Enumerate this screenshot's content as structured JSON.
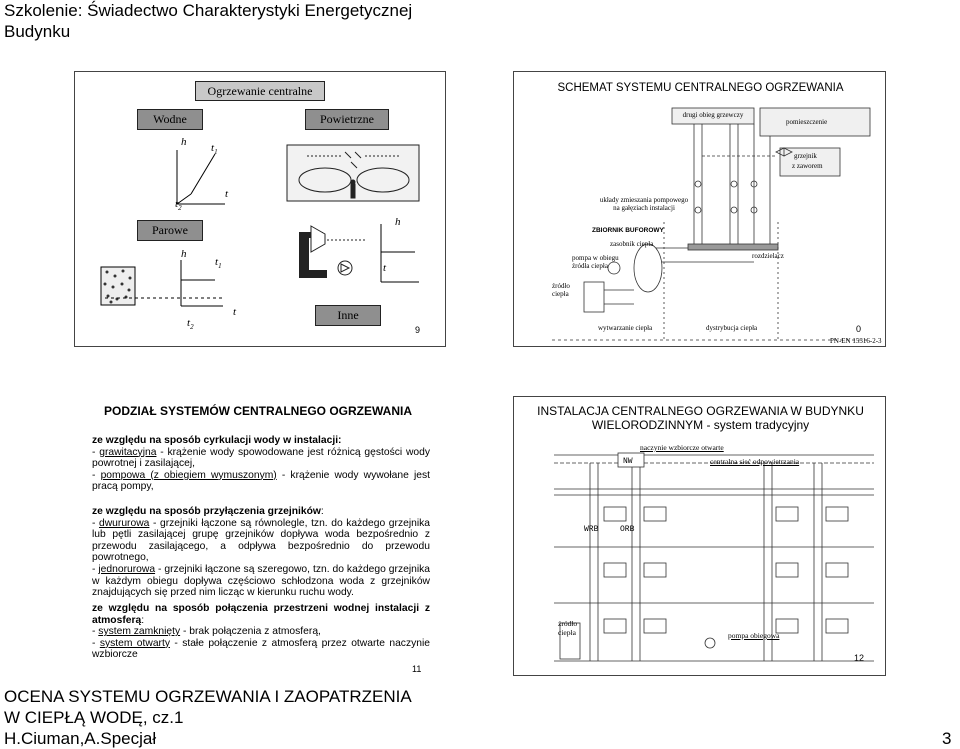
{
  "header": {
    "line1": "Szkolenie: Świadectwo Charakterystyki Energetycznej",
    "line2": "Budynku"
  },
  "slide1": {
    "title": "Ogrzewanie centralne",
    "wodne": "Wodne",
    "powietrzne": "Powietrzne",
    "parowe": "Parowe",
    "inne": "Inne",
    "h": "h",
    "t": "t",
    "t1": "t",
    "t1_sub": "1",
    "t2": "t",
    "t2_sub": "2",
    "page": "9"
  },
  "slide2": {
    "title": "SCHEMAT SYSTEMU CENTRALNEGO OGRZEWANIA",
    "drugi_obieg": "drugi obieg grzewczy",
    "pomieszczenie": "pomieszczenie",
    "grzejnik": "grzejnik",
    "z_zaworem": "z zaworem",
    "uklady_1": "układy zmieszania pompowego",
    "uklady_2": "na gałęziach instalacji",
    "zbiornik": "ZBIORNIK BUFOROWY",
    "zasobnik": "zasobnik ciepła",
    "pompa_1": "pompa w obiegu",
    "pompa_2": "źródła ciepła",
    "rozdzielacz": "rozdzielacz",
    "zrodlo_1": "źródło",
    "zrodlo_2": "ciepła",
    "wytwarzanie": "wytwarzanie ciepła",
    "dystrybucja": "dystrybucja ciepła",
    "norm": "PN-EN 15316-2-3",
    "page": "0"
  },
  "slide3": {
    "title": "PODZIAŁ SYSTEMÓW CENTRALNEGO OGRZEWANIA",
    "s1_head": "ze względu na sposób cyrkulacji wody w instalacji:",
    "s1_a_term": "grawitacyjna",
    "s1_a_text": " - krążenie wody spowodowane jest różnicą gęstości wody powrotnej i zasilającej,",
    "s1_b_term": "pompowa (z obiegiem wymuszonym)",
    "s1_b_text": " - krążenie wody wywołane jest pracą pompy,",
    "s2_head": "ze względu na sposób przyłączenia grzejników",
    "s2_a_term": "dwururowa",
    "s2_a_text": " - grzejniki łączone są równolegle, tzn. do każdego grzejnika lub pętli zasilającej grupę grzejników dopływa woda bezpośrednio z przewodu zasilającego, a odpływa bezpośrednio do przewodu powrotnego,",
    "s2_b_term": "jednorurowa",
    "s2_b_text": " - grzejniki łączone są szeregowo, tzn. do każdego grzejnika w każdym obiegu dopływa częściowo schłodzona woda z grzejników znajdujących się przed nim licząc w kierunku ruchu wody.",
    "s3_head": "ze względu na sposób połączenia przestrzeni wodnej instalacji z atmosferą",
    "s3_a_term": "system zamknięty",
    "s3_a_text": " - brak połączenia z atmosferą,",
    "s3_b_term": "system otwarty",
    "s3_b_text": " - stałe połączenie z atmosferą przez otwarte naczynie wzbiorcze",
    "page": "11"
  },
  "slide4": {
    "title_1": "INSTALACJA CENTRALNEGO OGRZEWANIA W BUDYNKU",
    "title_2": "WIELORODZINNYM - system tradycyjny",
    "naczynie": "naczynie wzbiorcze otwarte",
    "centralna": "centralna sieć odpowietrzania",
    "nw": "NW",
    "wrb": "WRB",
    "orb": "ORB",
    "zrodlo_1": "źródło",
    "zrodlo_2": "ciepła",
    "pompa": "pompa obiegowa",
    "page": "12"
  },
  "footer": {
    "line1": "OCENA SYSTEMU OGRZEWANIA I ZAOPATRZENIA",
    "line2": "W CIEPŁĄ WODĘ, cz.1",
    "line3": "H.Ciuman,A.Specjał",
    "page": "3"
  }
}
